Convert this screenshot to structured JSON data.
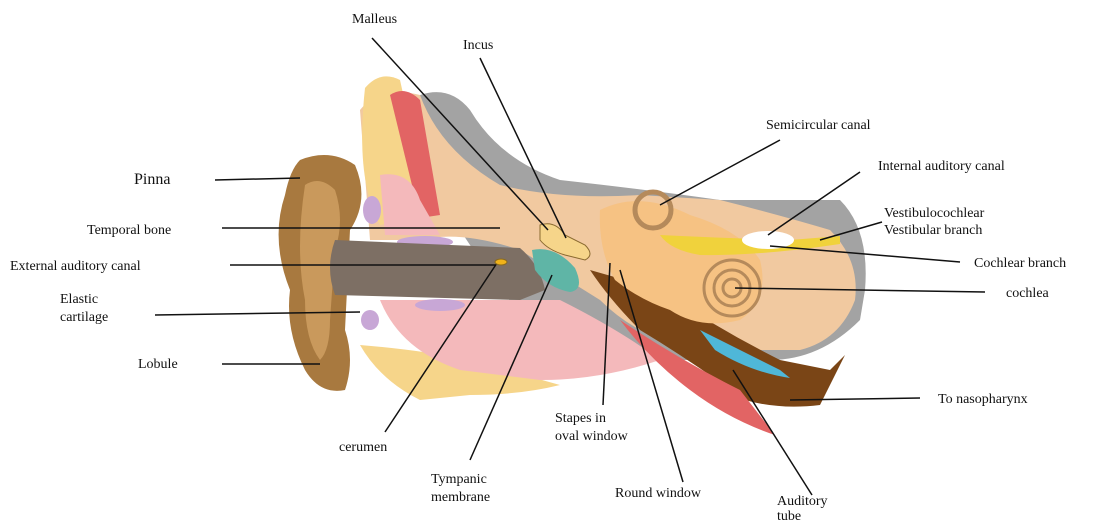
{
  "labels": {
    "malleus": "Malleus",
    "incus": "Incus",
    "semicircular_canal": "Semicircular canal",
    "internal_auditory_canal": "Internal auditory canal",
    "vestibulocochlear": "Vestibulocochlear",
    "vestibular_branch": "Vestibular branch",
    "cochlear_branch": "Cochlear branch",
    "cochlea": "cochlea",
    "to_nasopharynx": "To nasopharynx",
    "pinna": "Pinna",
    "temporal_bone": "Temporal bone",
    "external_auditory_canal": "External auditory canal",
    "elastic_cartilage_1": "Elastic",
    "elastic_cartilage_2": "cartilage",
    "lobule": "Lobule",
    "cerumen": "cerumen",
    "tympanic_membrane_1": "Tympanic",
    "tympanic_membrane_2": "membrane",
    "stapes_1": "Stapes in",
    "stapes_2": "oval window",
    "round_window": "Round window",
    "auditory_tube_1": "Auditory",
    "auditory_tube_2": "tube"
  },
  "colors": {
    "pinna_skin": "#a8793f",
    "pinna_light": "#c9995c",
    "canal": "#7d6f64",
    "bone": "#f6d58a",
    "bone_dots": "#f1c9a0",
    "muscle_red": "#e26464",
    "soft_pink": "#f4b9bb",
    "cartilage_purple": "#c8a7d6",
    "skull_grey": "#a3a3a3",
    "inner_ear": "#f6c283",
    "brown_tissue": "#7a4516",
    "tympanic_teal": "#5fb5a6",
    "nerve_yellow": "#f0d23c",
    "tube_blue": "#4fb7d8"
  }
}
